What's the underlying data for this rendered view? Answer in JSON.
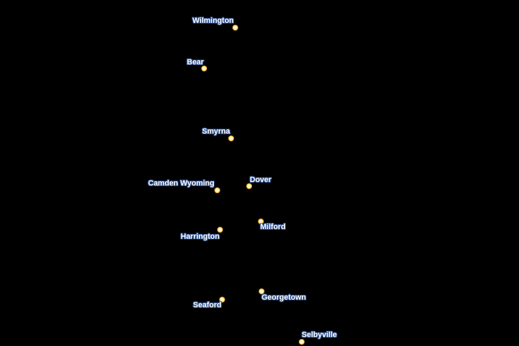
{
  "map": {
    "background": "#000000",
    "marker_fill": "#fff3c8",
    "marker_stroke": "#f2b21e",
    "label_halo": "#2f4f8a",
    "places": [
      {
        "name": "Wilmington",
        "marker": [
          340,
          40
        ],
        "label": [
          278,
          24
        ]
      },
      {
        "name": "Bear",
        "marker": [
          295,
          99
        ],
        "label": [
          270,
          84
        ]
      },
      {
        "name": "Smyrna",
        "marker": [
          334,
          200
        ],
        "label": [
          292,
          184
        ]
      },
      {
        "name": "Camden Wyoming",
        "marker": [
          314,
          275
        ],
        "label": [
          214,
          259
        ]
      },
      {
        "name": "Dover",
        "marker": [
          360,
          269
        ],
        "label": [
          361,
          254
        ]
      },
      {
        "name": "Harrington",
        "marker": [
          318,
          332
        ],
        "label": [
          261,
          336
        ]
      },
      {
        "name": "Milford",
        "marker": [
          377,
          320
        ],
        "label": [
          376,
          322
        ]
      },
      {
        "name": "Seaford",
        "marker": [
          321,
          433
        ],
        "label": [
          279,
          435
        ]
      },
      {
        "name": "Georgetown",
        "marker": [
          378,
          421
        ],
        "label": [
          378,
          424
        ]
      },
      {
        "name": "Selbyville",
        "marker": [
          436,
          494
        ],
        "label": [
          436,
          478
        ]
      }
    ]
  }
}
